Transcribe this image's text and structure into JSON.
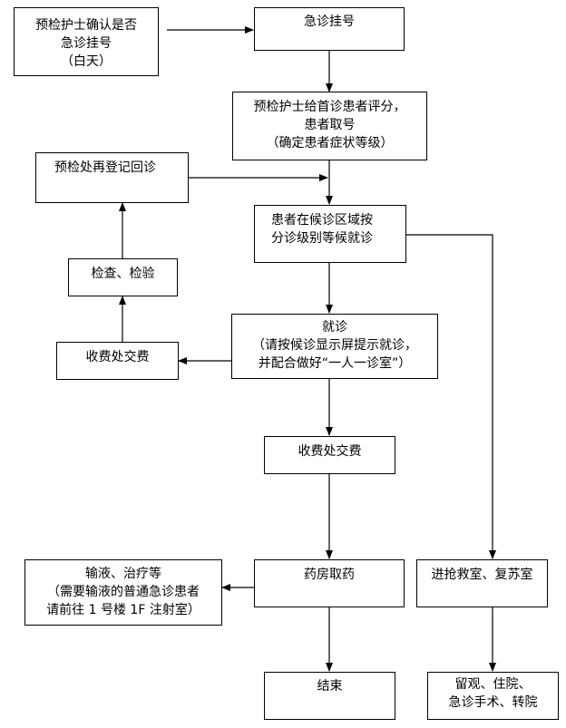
{
  "nodes": {
    "pre_check": [
      "预检护士确认是否",
      "急诊挂号",
      "（白天）"
    ],
    "register": [
      "急诊挂号"
    ],
    "triage": [
      "预检护士给首诊患者评分，",
      "患者取号",
      "（确定患者症状等级）"
    ],
    "re_register": [
      "预检处再登记回诊"
    ],
    "waiting": [
      "患者在候诊区域按",
      "分诊级别等候就诊"
    ],
    "tests": [
      "检查、检验"
    ],
    "visit": [
      "就诊",
      "（请按候诊显示屏提示就诊，",
      "并配合做好“一人一诊室”）"
    ],
    "pay_left": [
      "收费处交费"
    ],
    "pay_center": [
      "收费处交费"
    ],
    "infusion": [
      "输液、治疗等",
      "（需要输液的普通急诊患者",
      "请前往 1 号楼 1F 注射室）"
    ],
    "pharmacy": [
      "药房取药"
    ],
    "rescue": [
      "进抢救室、复苏室"
    ],
    "end": [
      "结束"
    ],
    "observe": [
      "留观、住院、",
      "急诊手术、转院"
    ]
  }
}
